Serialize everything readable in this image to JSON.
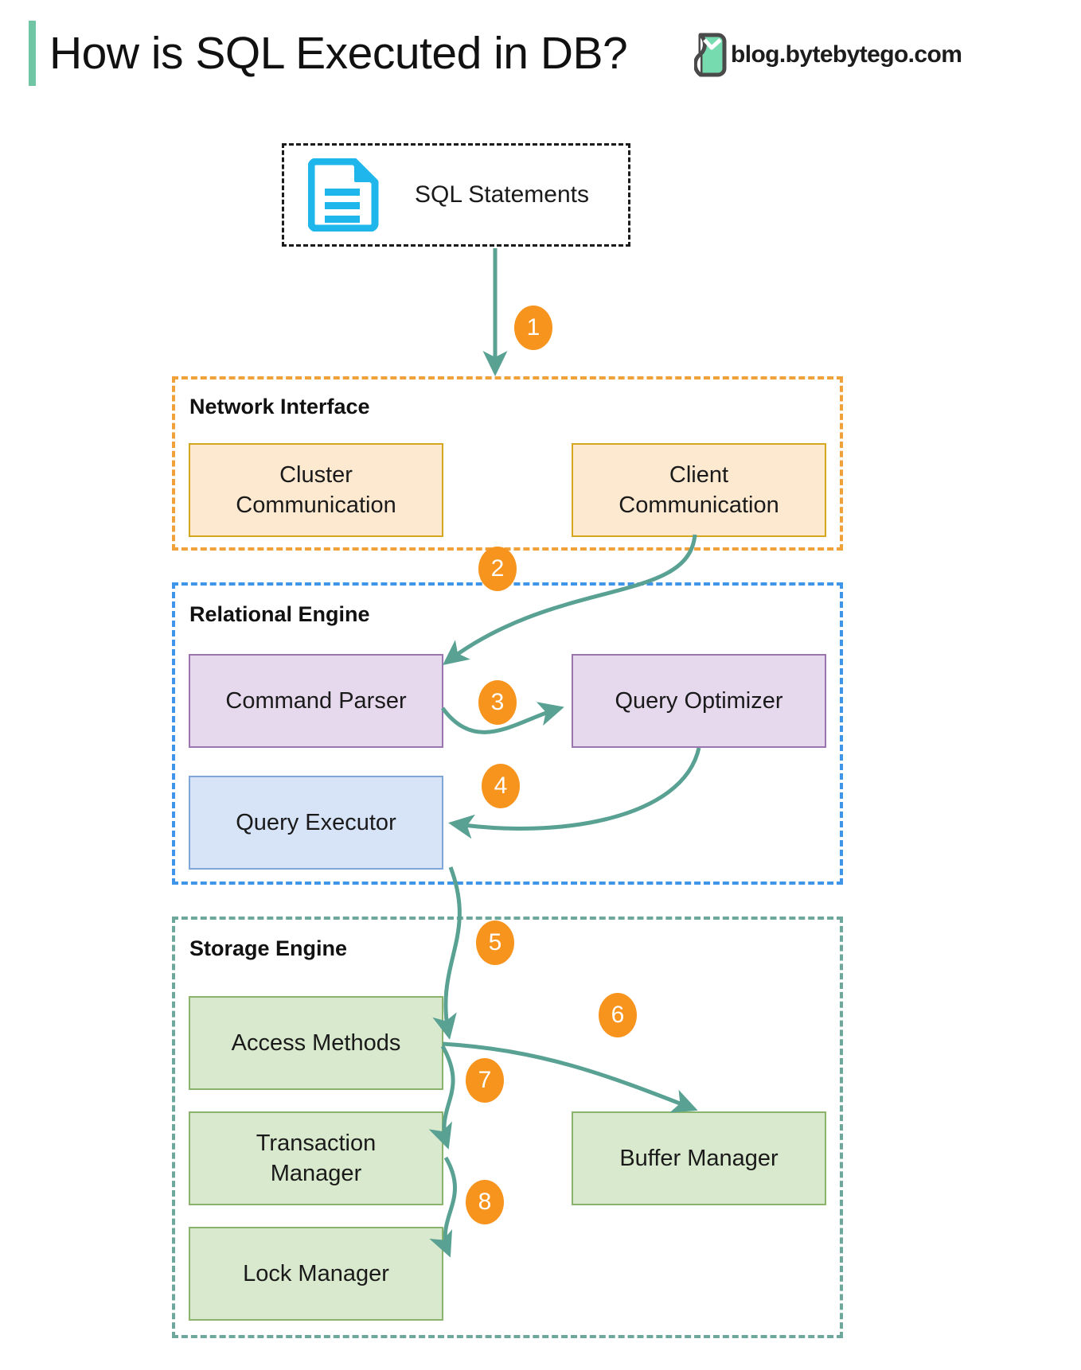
{
  "header": {
    "title": "How is SQL Executed in DB?",
    "brand_text": "blog.bytebytego.com",
    "accent_color": "#6fc5a4",
    "logo_icon": "bytebytego-logo-icon"
  },
  "colors": {
    "badge": "#f7941e",
    "arrow": "#58a193",
    "network_border": "#f0a13a",
    "relational_border": "#3f96e8",
    "storage_border": "#6ea79b",
    "orange_node": "#fde8d0",
    "purple_node": "#e6d9ee",
    "blue_node": "#d7e4f7",
    "green_node": "#d9e9cd",
    "sql_icon": "#1fb6ec"
  },
  "input": {
    "label": "SQL Statements",
    "icon": "document-lines-icon"
  },
  "groups": [
    {
      "id": "network-interface",
      "label": "Network Interface",
      "nodes": [
        {
          "id": "cluster-communication",
          "label": "Cluster\nCommunication"
        },
        {
          "id": "client-communication",
          "label": "Client\nCommunication"
        }
      ]
    },
    {
      "id": "relational-engine",
      "label": "Relational Engine",
      "nodes": [
        {
          "id": "command-parser",
          "label": "Command Parser"
        },
        {
          "id": "query-optimizer",
          "label": "Query Optimizer"
        },
        {
          "id": "query-executor",
          "label": "Query Executor"
        }
      ]
    },
    {
      "id": "storage-engine",
      "label": "Storage Engine",
      "nodes": [
        {
          "id": "access-methods",
          "label": "Access Methods"
        },
        {
          "id": "buffer-manager",
          "label": "Buffer Manager"
        },
        {
          "id": "transaction-manager",
          "label": "Transaction\nManager"
        },
        {
          "id": "lock-manager",
          "label": "Lock Manager"
        }
      ]
    }
  ],
  "nodes": {
    "cluster_communication_line1": "Cluster",
    "cluster_communication_line2": "Communication",
    "client_communication_line1": "Client",
    "client_communication_line2": "Communication",
    "command_parser": "Command Parser",
    "query_optimizer": "Query Optimizer",
    "query_executor": "Query Executor",
    "access_methods": "Access Methods",
    "buffer_manager": "Buffer Manager",
    "transaction_manager_line1": "Transaction",
    "transaction_manager_line2": "Manager",
    "lock_manager": "Lock Manager"
  },
  "group_labels": {
    "network": "Network Interface",
    "relational": "Relational Engine",
    "storage": "Storage Engine"
  },
  "steps": [
    {
      "n": "1",
      "from": "sql-statements",
      "to": "network-interface"
    },
    {
      "n": "2",
      "from": "client-communication",
      "to": "command-parser"
    },
    {
      "n": "3",
      "from": "command-parser",
      "to": "query-optimizer"
    },
    {
      "n": "4",
      "from": "query-optimizer",
      "to": "query-executor"
    },
    {
      "n": "5",
      "from": "query-executor",
      "to": "access-methods"
    },
    {
      "n": "6",
      "from": "access-methods",
      "to": "buffer-manager"
    },
    {
      "n": "7",
      "from": "access-methods",
      "to": "transaction-manager"
    },
    {
      "n": "8",
      "from": "transaction-manager",
      "to": "lock-manager"
    }
  ],
  "step_labels": {
    "s1": "1",
    "s2": "2",
    "s3": "3",
    "s4": "4",
    "s5": "5",
    "s6": "6",
    "s7": "7",
    "s8": "8"
  }
}
